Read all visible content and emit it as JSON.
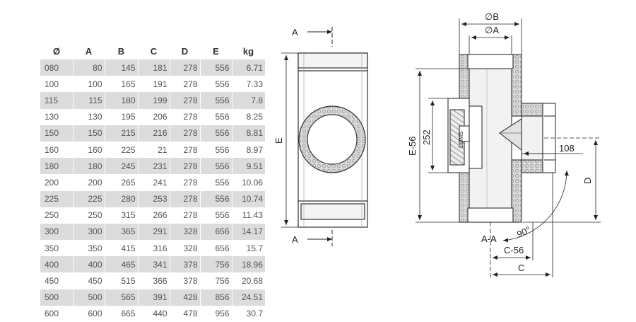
{
  "table": {
    "headers": [
      "Ø",
      "A",
      "B",
      "C",
      "D",
      "E",
      "kg"
    ],
    "rows": [
      [
        "080",
        "80",
        "145",
        "181",
        "278",
        "556",
        "6.71"
      ],
      [
        "100",
        "100",
        "165",
        "191",
        "278",
        "556",
        "7.33"
      ],
      [
        "115",
        "115",
        "180",
        "199",
        "278",
        "556",
        "7.8"
      ],
      [
        "130",
        "130",
        "195",
        "206",
        "278",
        "556",
        "8.25"
      ],
      [
        "150",
        "150",
        "215",
        "216",
        "278",
        "556",
        "8.81"
      ],
      [
        "160",
        "160",
        "225",
        "21",
        "278",
        "556",
        "8.97"
      ],
      [
        "180",
        "180",
        "245",
        "231",
        "278",
        "556",
        "9.51"
      ],
      [
        "200",
        "200",
        "265",
        "241",
        "278",
        "556",
        "10.06"
      ],
      [
        "225",
        "225",
        "280",
        "253",
        "278",
        "556",
        "10.74"
      ],
      [
        "250",
        "250",
        "315",
        "266",
        "278",
        "556",
        "11.43"
      ],
      [
        "300",
        "300",
        "365",
        "291",
        "328",
        "656",
        "14.17"
      ],
      [
        "350",
        "350",
        "415",
        "316",
        "328",
        "656",
        "15.7"
      ],
      [
        "400",
        "400",
        "465",
        "341",
        "378",
        "756",
        "18.96"
      ],
      [
        "450",
        "450",
        "515",
        "366",
        "378",
        "756",
        "20.68"
      ],
      [
        "500",
        "500",
        "565",
        "391",
        "428",
        "856",
        "24.51"
      ],
      [
        "600",
        "600",
        "665",
        "440",
        "478",
        "956",
        "30.7"
      ]
    ]
  },
  "front_view": {
    "section_top": "A",
    "section_bottom": "A",
    "dim_height": "E"
  },
  "section_view": {
    "dim_outer_diameter": "∅B",
    "dim_inner_diameter": "∅A",
    "dim_height_minus": "E-56",
    "dim_door_height": "252",
    "dim_branch_length": "108",
    "dim_branch_height": "D",
    "section_label": "A-A",
    "angle_label": "90°",
    "dim_branch_offset_minus": "C-56",
    "dim_branch_offset": "C",
    "door_text": "DDMS"
  },
  "colors": {
    "line": "#333333",
    "insulation": "#d9d9d9",
    "row_shade": "#dcdcdc",
    "inner_pipe": "#f2f2f2"
  }
}
